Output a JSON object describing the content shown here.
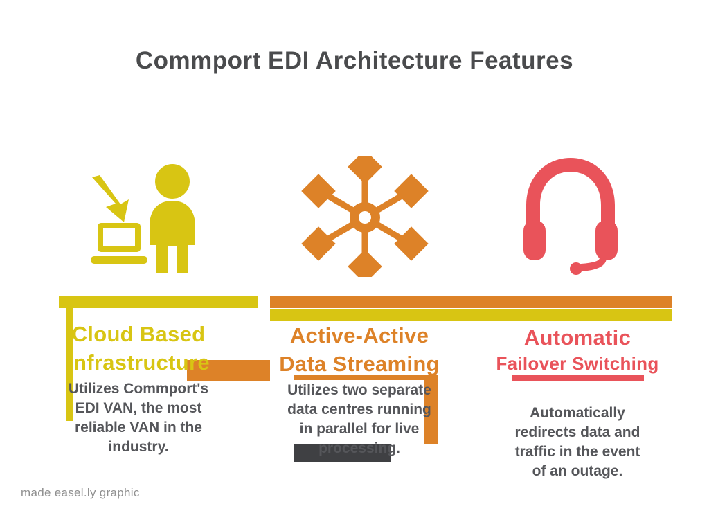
{
  "title": "Commport EDI Architecture Features",
  "columns": [
    {
      "icon": "user-computer-icon",
      "accent_color": "#d8c513",
      "heading": [
        "Cloud Based",
        "Infrastructure"
      ],
      "desc_lines": [
        "Utilizes Commport's",
        "EDI VAN, the most",
        "reliable VAN in the",
        "industry."
      ]
    },
    {
      "icon": "network-hub-icon",
      "accent_color": "#dd8228",
      "heading": [
        "Active-Active",
        "Data Streaming"
      ],
      "desc_lines": [
        "Utilizes two separate",
        "data centres running",
        "in parallel for live",
        "processing."
      ]
    },
    {
      "icon": "headset-icon",
      "accent_color": "#e9535a",
      "heading": [
        "Automatic",
        "Failover Switching"
      ],
      "desc_lines": [
        "Automatically",
        "redirects data and",
        "traffic in the event",
        "of an outage."
      ]
    }
  ],
  "text_color": "#55565a",
  "title_color": "#4a4b4d",
  "footer": {
    "credit": "made easel.ly graphic"
  }
}
